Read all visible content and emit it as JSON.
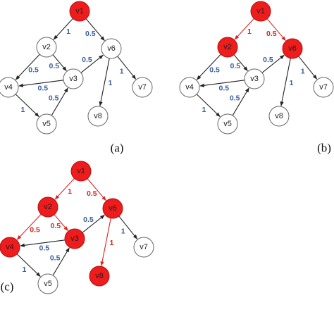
{
  "colors": {
    "active_fill": "#ee1c1c",
    "active_stroke": "#b01010",
    "inactive_fill": "#ffffff",
    "inactive_stroke": "#666666",
    "active_edge": "#dd2222",
    "inactive_edge": "#222222",
    "label_blue": "#3a5f9e",
    "label_red": "#dd2222"
  },
  "nodes": [
    {
      "id": "v1",
      "label": "v1"
    },
    {
      "id": "v2",
      "label": "v2"
    },
    {
      "id": "v3",
      "label": "v3"
    },
    {
      "id": "v4",
      "label": "v4"
    },
    {
      "id": "v5",
      "label": "v5"
    },
    {
      "id": "v6",
      "label": "v6"
    },
    {
      "id": "v7",
      "label": "v7"
    },
    {
      "id": "v8",
      "label": "v8"
    }
  ],
  "edges": [
    {
      "from": "v1",
      "to": "v2",
      "weight": "1"
    },
    {
      "from": "v1",
      "to": "v6",
      "weight": "0.5"
    },
    {
      "from": "v2",
      "to": "v4",
      "weight": "0.5"
    },
    {
      "from": "v2",
      "to": "v3",
      "weight": "0.5"
    },
    {
      "from": "v3",
      "to": "v6",
      "weight": "0.5"
    },
    {
      "from": "v3",
      "to": "v4",
      "weight": "0.5"
    },
    {
      "from": "v4",
      "to": "v5",
      "weight": "1"
    },
    {
      "from": "v5",
      "to": "v3",
      "weight": "0.5"
    },
    {
      "from": "v6",
      "to": "v8",
      "weight": "1"
    },
    {
      "from": "v6",
      "to": "v7",
      "weight": "1"
    }
  ],
  "panels": [
    {
      "id": "a",
      "caption": "(a)",
      "active_nodes": [
        "v1"
      ],
      "active_edges": []
    },
    {
      "id": "b",
      "caption": "(b)",
      "active_nodes": [
        "v1",
        "v2",
        "v6"
      ],
      "active_edges": [
        "v1-v2",
        "v1-v6"
      ]
    },
    {
      "id": "c",
      "caption": "(c)",
      "active_nodes": [
        "v1",
        "v2",
        "v3",
        "v4",
        "v6",
        "v8"
      ],
      "active_edges": [
        "v1-v2",
        "v1-v6",
        "v2-v4",
        "v2-v3",
        "v6-v8"
      ]
    }
  ]
}
